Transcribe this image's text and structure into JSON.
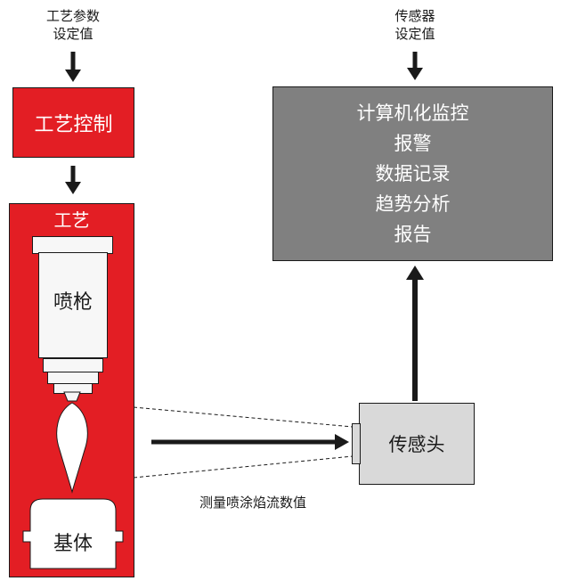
{
  "colors": {
    "process_red": "#e31e24",
    "monitor_gray": "#808080",
    "sensor_gray": "#d9d9d9",
    "gun_body": "#f7f7f7",
    "line": "#1a1a1a"
  },
  "inputs": {
    "process_params": {
      "line1": "工艺参数",
      "line2": "设定值"
    },
    "sensor_settings": {
      "line1": "传感器",
      "line2": "设定值"
    }
  },
  "process_control": {
    "label": "工艺控制"
  },
  "process": {
    "title": "工艺",
    "gun_label": "喷枪",
    "substrate_label": "基体"
  },
  "monitor": {
    "lines": [
      "计算机化监控",
      "报警",
      "数据记录",
      "趋势分析",
      "报告"
    ]
  },
  "sensor_head": {
    "label": "传感头"
  },
  "measurement": {
    "label": "测量喷涂焰流数值"
  }
}
